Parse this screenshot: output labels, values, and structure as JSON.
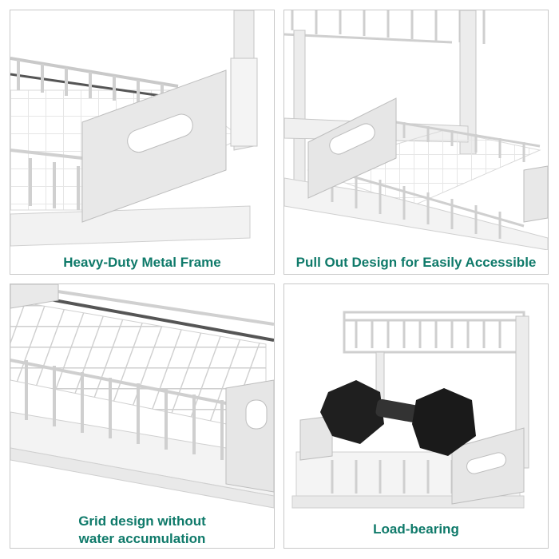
{
  "accent_color": "#0f7a6a",
  "panels": [
    {
      "caption": "Heavy-Duty Metal Frame"
    },
    {
      "caption": "Pull Out Design for Easily Accessible"
    },
    {
      "caption_line1": "Grid design without",
      "caption_line2": "water accumulation"
    },
    {
      "caption": "Load-bearing"
    }
  ]
}
